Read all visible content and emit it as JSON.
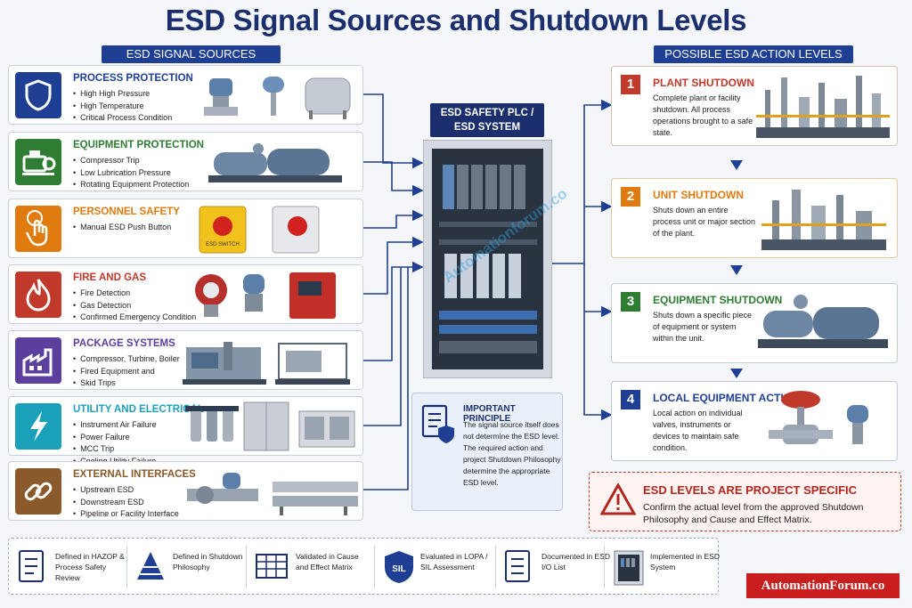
{
  "title": "ESD Signal Sources and Shutdown Levels",
  "left_header": "ESD SIGNAL SOURCES",
  "right_header": "POSSIBLE ESD ACTION LEVELS",
  "colors": {
    "navy": "#1b2f6e",
    "blue": "#1f3f95",
    "red": "#c0392b"
  },
  "sources": [
    {
      "title": "PROCESS PROTECTION",
      "color": "#1f3f95",
      "icon": "shield-icon",
      "items": [
        "High High Pressure",
        "High Temperature",
        "Critical Process Condition"
      ]
    },
    {
      "title": "EQUIPMENT PROTECTION",
      "color": "#2e7d32",
      "icon": "compressor-icon",
      "items": [
        "Compressor Trip",
        "Low Lubrication Pressure",
        "Rotating Equipment Protection"
      ]
    },
    {
      "title": "PERSONNEL SAFETY",
      "color": "#e07b10",
      "icon": "hand-press-icon",
      "items": [
        "Manual ESD Push Button"
      ]
    },
    {
      "title": "FIRE AND GAS",
      "color": "#c0392b",
      "icon": "flame-icon",
      "items": [
        "Fire Detection",
        "Gas Detection",
        "Confirmed Emergency Condition"
      ]
    },
    {
      "title": "PACKAGE SYSTEMS",
      "color": "#5b3f9e",
      "icon": "factory-icon",
      "items": [
        "Compressor, Turbine, Boiler",
        "Fired Equipment and",
        "Skid Trips"
      ]
    },
    {
      "title": "UTILITY AND ELECTRICAL",
      "color": "#1aa0b8",
      "icon": "lightning-icon",
      "items": [
        "Instrument Air Failure",
        "Power Failure",
        "MCC Trip",
        "Cooling Utility Failure"
      ]
    },
    {
      "title": "EXTERNAL INTERFACES",
      "color": "#8a5a2b",
      "icon": "link-icon",
      "items": [
        "Upstream ESD",
        "Downstream ESD",
        "Pipeline or Facility Interface"
      ]
    }
  ],
  "push_button_label": "ESD SWITCH",
  "plc_label": "ESD SAFETY PLC / ESD SYSTEM",
  "principle": {
    "title": "IMPORTANT PRINCIPLE",
    "body": "The signal source itself does not determine the ESD level. The required action and project Shutdown Philosophy determine the appropriate ESD level."
  },
  "levels": [
    {
      "num": "1",
      "title": "PLANT SHUTDOWN",
      "color": "#c0392b",
      "desc": "Complete plant or facility shutdown. All process operations brought to a safe state."
    },
    {
      "num": "2",
      "title": "UNIT SHUTDOWN",
      "color": "#e07b10",
      "desc": "Shuts down an entire process unit or major section of the plant."
    },
    {
      "num": "3",
      "title": "EQUIPMENT SHUTDOWN",
      "color": "#2e7d32",
      "desc": "Shuts down a specific piece of equipment or system within the unit."
    },
    {
      "num": "4",
      "title": "LOCAL EQUIPMENT ACTION",
      "color": "#1f3f95",
      "desc": "Local action on individual valves, instruments or devices to maintain safe condition."
    }
  ],
  "warning": {
    "title": "ESD LEVELS ARE PROJECT SPECIFIC",
    "body": "Confirm the actual level from the approved Shutdown Philosophy and Cause and Effect Matrix."
  },
  "bottom": [
    {
      "icon": "checklist-icon",
      "text": "Defined in HAZOP & Process Safety Review"
    },
    {
      "icon": "pyramid-icon",
      "text": "Defined in Shutdown Philosophy"
    },
    {
      "icon": "matrix-icon",
      "text": "Validated in Cause and Effect Matrix"
    },
    {
      "icon": "sil-shield-icon",
      "text": "Evaluated in LOPA / SIL Assessment",
      "badge": "SIL"
    },
    {
      "icon": "document-list-icon",
      "text": "Documented in ESD I/O List"
    },
    {
      "icon": "cabinet-icon",
      "text": "Implemented in ESD System"
    }
  ],
  "brand": "AutomationForum.co",
  "watermark": "Automationforum.co"
}
